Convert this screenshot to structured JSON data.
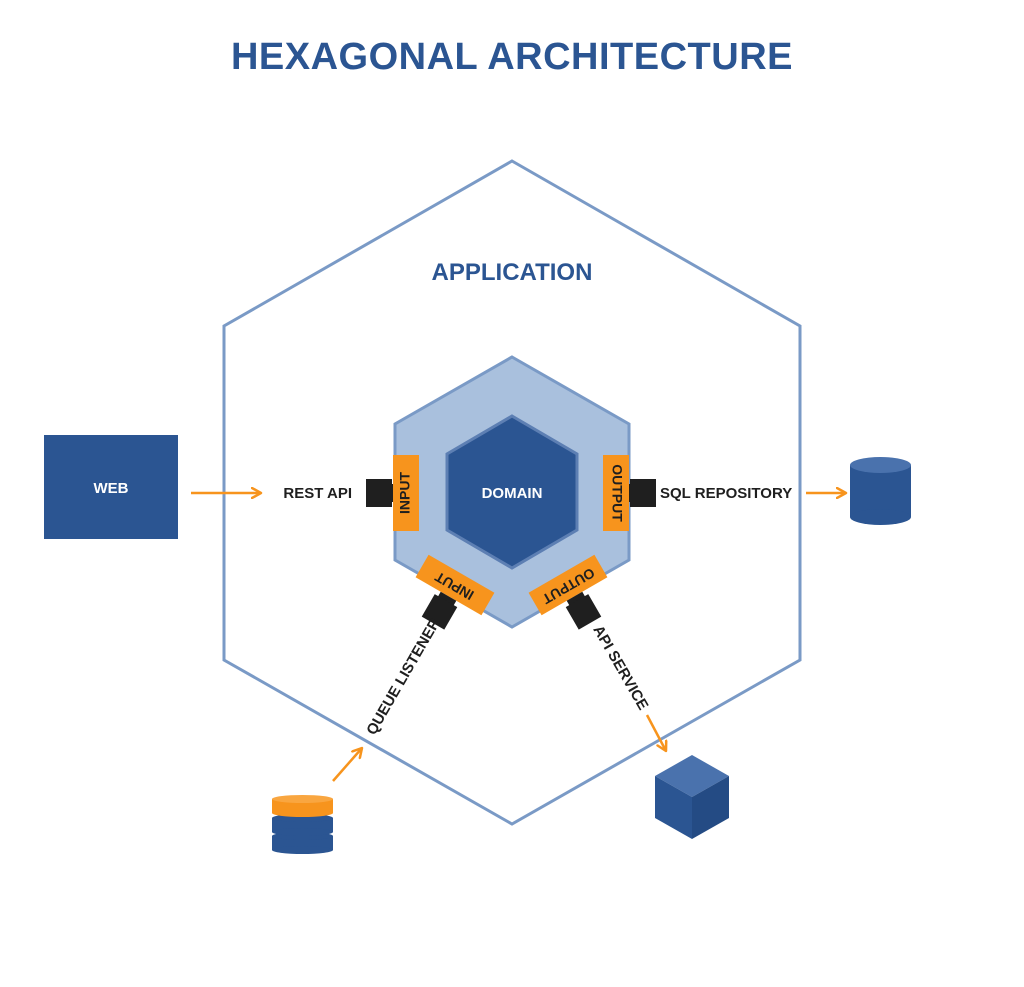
{
  "title": "HEXAGONAL ARCHITECTURE",
  "labels": {
    "application": "APPLICATION",
    "domain": "DOMAIN",
    "web": "WEB",
    "rest_api": "REST API",
    "sql_repository": "SQL REPOSITORY",
    "queue_listener": "QUEUE LISTENER",
    "api_service": "API SERVICE"
  },
  "ports": {
    "left": "INPUT",
    "right": "OUTPUT",
    "bottom_left": "INPUT",
    "bottom_right": "OUTPUT"
  },
  "colors": {
    "primary_blue": "#2b5592",
    "outline_blue": "#7a9ac6",
    "ring_blue": "#a9c0dd",
    "port_orange": "#f7941d",
    "connector_black": "#1f1f1f",
    "arrow_orange": "#f7941d"
  },
  "icons": [
    "database-icon",
    "cube-icon",
    "stacked-database-icon"
  ]
}
